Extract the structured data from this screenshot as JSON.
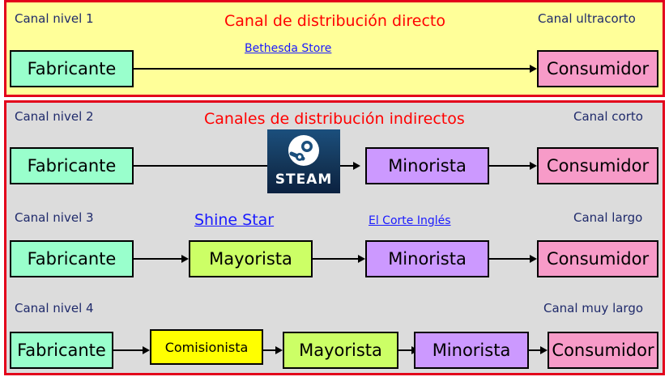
{
  "direct": {
    "level": "Canal nivel 1",
    "title": "Canal de distribución directo",
    "kind": "Canal ultracorto",
    "link": "Bethesda Store",
    "row": [
      "Fabricante",
      "Consumidor"
    ]
  },
  "indirect": {
    "title": "Canales de distribución indirectos",
    "nivel2": {
      "level": "Canal nivel 2",
      "kind": "Canal corto",
      "row": [
        "Fabricante",
        "Minorista",
        "Consumidor"
      ],
      "logo": {
        "text": "STEAM",
        "icon": "steam-logo-icon"
      }
    },
    "nivel3": {
      "level": "Canal nivel 3",
      "kind": "Canal largo",
      "links": [
        "Shine Star",
        "El Corte Inglés"
      ],
      "row": [
        "Fabricante",
        "Mayorista",
        "Minorista",
        "Consumidor"
      ]
    },
    "nivel4": {
      "level": "Canal nivel 4",
      "kind": "Canal muy largo",
      "row": [
        "Fabricante",
        "Comisionista",
        "Mayorista",
        "Minorista",
        "Consumidor"
      ]
    }
  },
  "colors": {
    "border": "#e3001b",
    "direct_bg": "#ffff99",
    "indirect_bg": "#dcdcdc",
    "fabricante": "#99ffcc",
    "consumidor": "#f79bc8",
    "minorista": "#cc99ff",
    "mayorista": "#ccff66",
    "comisionista": "#ffff00",
    "heading": "#ff0000",
    "link": "#1a1aff"
  }
}
